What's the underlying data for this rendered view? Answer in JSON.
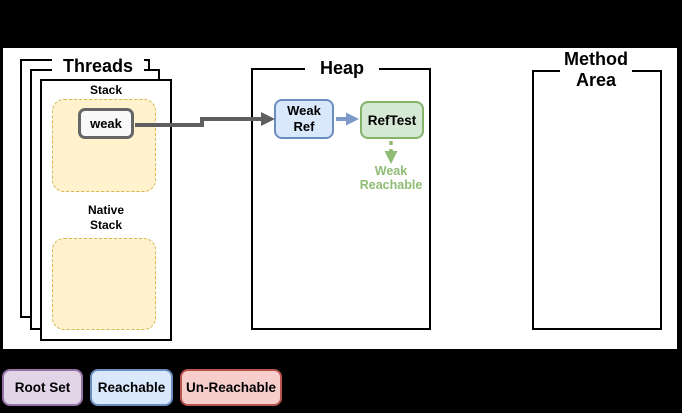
{
  "threads": {
    "title": "Threads",
    "stack": {
      "label": "Stack",
      "variable": "weak"
    },
    "native_stack": {
      "label_line1": "Native",
      "label_line2": "Stack"
    }
  },
  "heap": {
    "title": "Heap",
    "weak_ref": {
      "line1": "Weak",
      "line2": "Ref"
    },
    "reftest": {
      "label": "RefTest"
    },
    "weak_reachable": {
      "line1": "Weak",
      "line2": "Reachable"
    }
  },
  "method_area": {
    "title_line1": "Method",
    "title_line2": "Area"
  },
  "legend": {
    "items": [
      {
        "label": "Root Set",
        "fill": "#E1D5E7",
        "border": "#9673A6"
      },
      {
        "label": "Reachable",
        "fill": "#DAE8FC",
        "border": "#6C8EBF"
      },
      {
        "label": "Un-Reachable",
        "fill": "#F8CECC",
        "border": "#B85450"
      }
    ]
  },
  "colors": {
    "background": "#000000",
    "canvas": "#FFFFFF",
    "stack_frame_fill": "#FFF2CC",
    "stack_frame_border": "#D6B656",
    "weak_box_fill": "#F9F9F9",
    "weak_box_border": "#666666",
    "weak_ref_fill": "#DAE8FC",
    "weak_ref_border": "#6C8EBF",
    "reftest_fill": "#D5E8D4",
    "reftest_border": "#82B366",
    "gray_arrow": "#5F5F5F",
    "blue_arrow": "#7C99C8",
    "green_arrow": "#8FBC74",
    "weak_reachable_text": "#8FBC74"
  }
}
